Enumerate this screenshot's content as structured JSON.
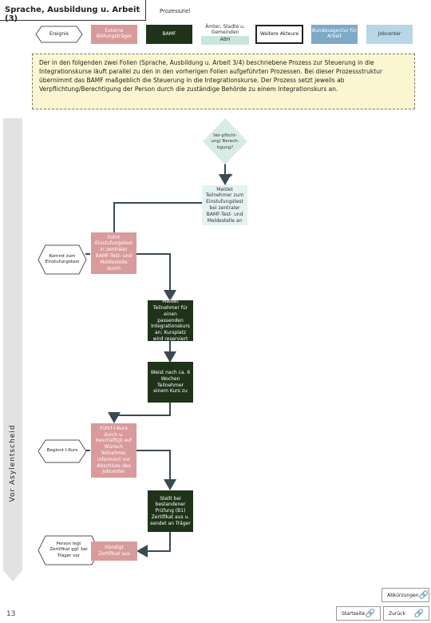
{
  "header": {
    "title": "Sprache, Ausbildung u. Arbeit (3)",
    "subtitle": "Prozessziel"
  },
  "legend": {
    "ereignis": "Ereignis",
    "externe": "Externe Bildungsträger",
    "bamf": "BAMF",
    "aemter_line1": "Ämter, Stadte u. Gemeinden",
    "aemter_line2": "ABH",
    "weitere": "Weitere Akteure",
    "bundesagentur": "Bundesagentur für Arbeit",
    "jobcenter": "Jobcenter"
  },
  "note": "Der in den folgenden zwei Folien (Sprache, Ausbildung u. Arbeit 3/4) beschriebene Prozess zur Steuerung in die Integrationskurse läuft parallel zu den in den vorherigen Folien aufgeführten Prozessen. Bei dieser Prozessstruktur übernimmt das BAMF maßgeblich die Steuerung in die Integrationskurse. Der Prozess setzt jeweils ab Verpflichtung/Berechtigung der Person durch die zuständige Behörde zu einem Integrationskurs an.",
  "lane": "Vor Asylentscheid",
  "flow": {
    "decision": "Ver-pflicht-ung/ Berech-tigung?",
    "ja": "Ja",
    "meldet": "Meldet Teilnehmer zum Einstufungstest bei zentraler BAMF-Test- und Meldestelle an",
    "event1": "Kommt zum Einstufungstest",
    "fuehrt": "Führt Einstufungstest in zentraler BAMF-Test- und Meldestelle durch",
    "meldet2": "Meldet Teilnehmer für einen passenden Integrationskurs an; Kursplatz wird reserviert",
    "weist": "Weist nach ca. 6 Wochen Teilnehmer einem Kurs zu",
    "event2": "Beginnt I-Kurs",
    "ikurs": "Führt I-Kurs durch u. beschäftigt auf Wunsch Teilnehme, informiert vor Abschluss des Jobcenter",
    "stellt": "Stellt bei bestandener Prüfung (B1) Zertifikat aus u. sendet an Träger",
    "event3": "Person legt Zertifikat ggf. bei Träger vor",
    "haendigt": "Händigt Zertifikat aus"
  },
  "footer": {
    "page": "13",
    "abkuerzungen": "Abkürzungen",
    "startseite": "Startseite",
    "zurueck": "Zurück"
  },
  "colors": {
    "bamf": "#1f3319",
    "externe": "#d99a9a",
    "bundesagentur": "#7fa9c9",
    "jobcenter": "#b7d6e6",
    "note_bg": "#fbf6cf",
    "light_node": "#e4f2f0",
    "lane_bg": "#e2e2e2"
  }
}
